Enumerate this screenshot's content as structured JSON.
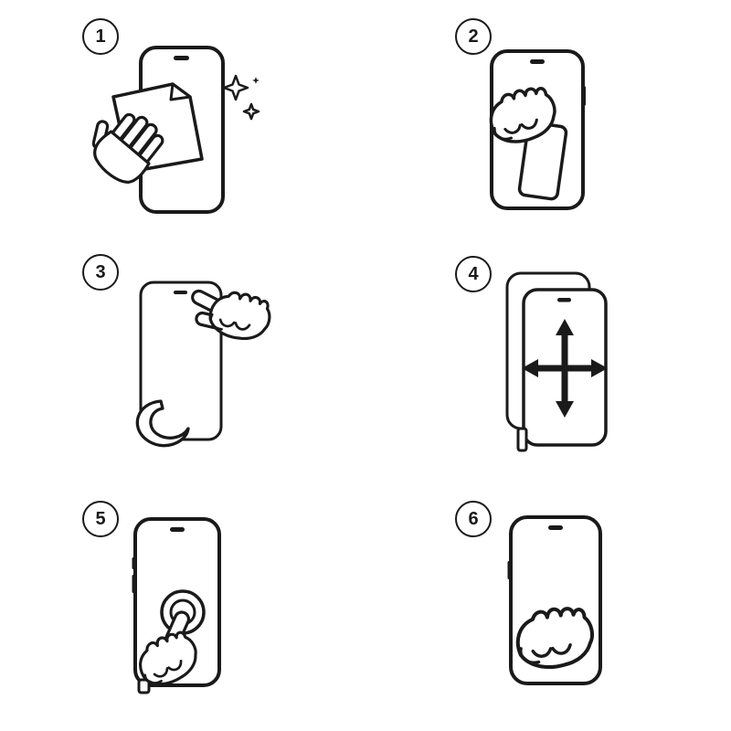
{
  "colors": {
    "background": "#ffffff",
    "line": "#1a1a1a"
  },
  "steps": [
    {
      "number": "1",
      "icon": "wipe-screen-with-cloth-icon"
    },
    {
      "number": "2",
      "icon": "peel-film-from-screen-icon"
    },
    {
      "number": "3",
      "icon": "position-protector-top-edge-icon"
    },
    {
      "number": "4",
      "icon": "align-protector-arrows-icon"
    },
    {
      "number": "5",
      "icon": "press-center-of-screen-icon"
    },
    {
      "number": "6",
      "icon": "smooth-screen-with-hand-icon"
    }
  ]
}
